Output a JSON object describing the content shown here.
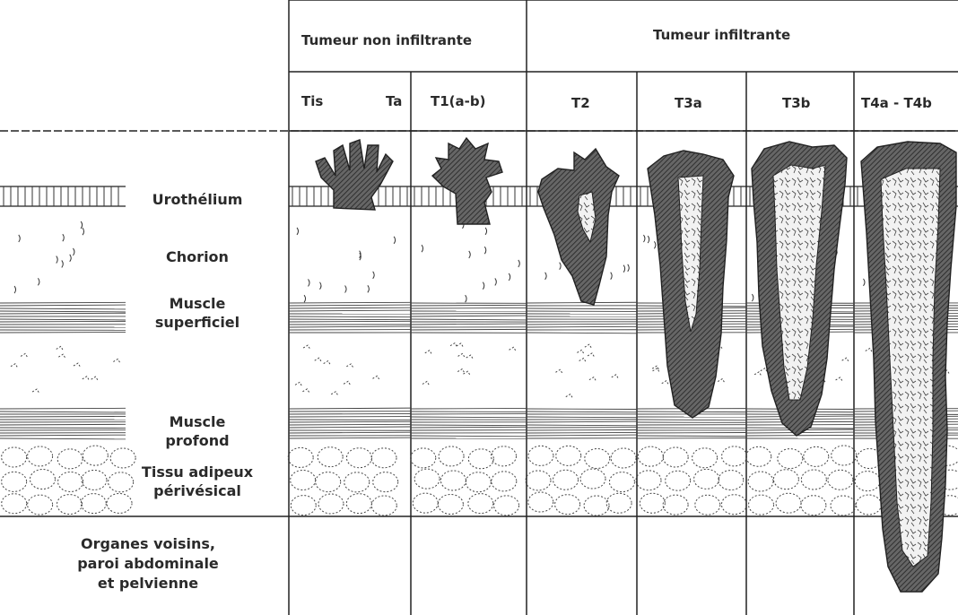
{
  "header": {
    "group_non_infiltrant": "Tumeur non infiltrante",
    "group_infiltrant": "Tumeur infiltrante",
    "stages": [
      "Tis",
      "Ta",
      "T1(a-b)",
      "T2",
      "T3a",
      "T3b",
      "T4a - T4b"
    ]
  },
  "layers": [
    {
      "lines": [
        "Urothélium"
      ]
    },
    {
      "lines": [
        "Chorion"
      ]
    },
    {
      "lines": [
        "Muscle",
        "superficiel"
      ]
    },
    {
      "lines": [
        "Muscle",
        "profond"
      ]
    },
    {
      "lines": [
        "Tissu adipeux",
        "périvésical"
      ]
    }
  ],
  "neighbours": {
    "lines": [
      "Organes voisins,",
      "paroi abdominale",
      "et pelvienne"
    ]
  },
  "colors": {
    "ink": "#2a2a2a",
    "tumor": "#555555",
    "tumor_core": "#f4f4f4",
    "background": "#ffffff"
  }
}
